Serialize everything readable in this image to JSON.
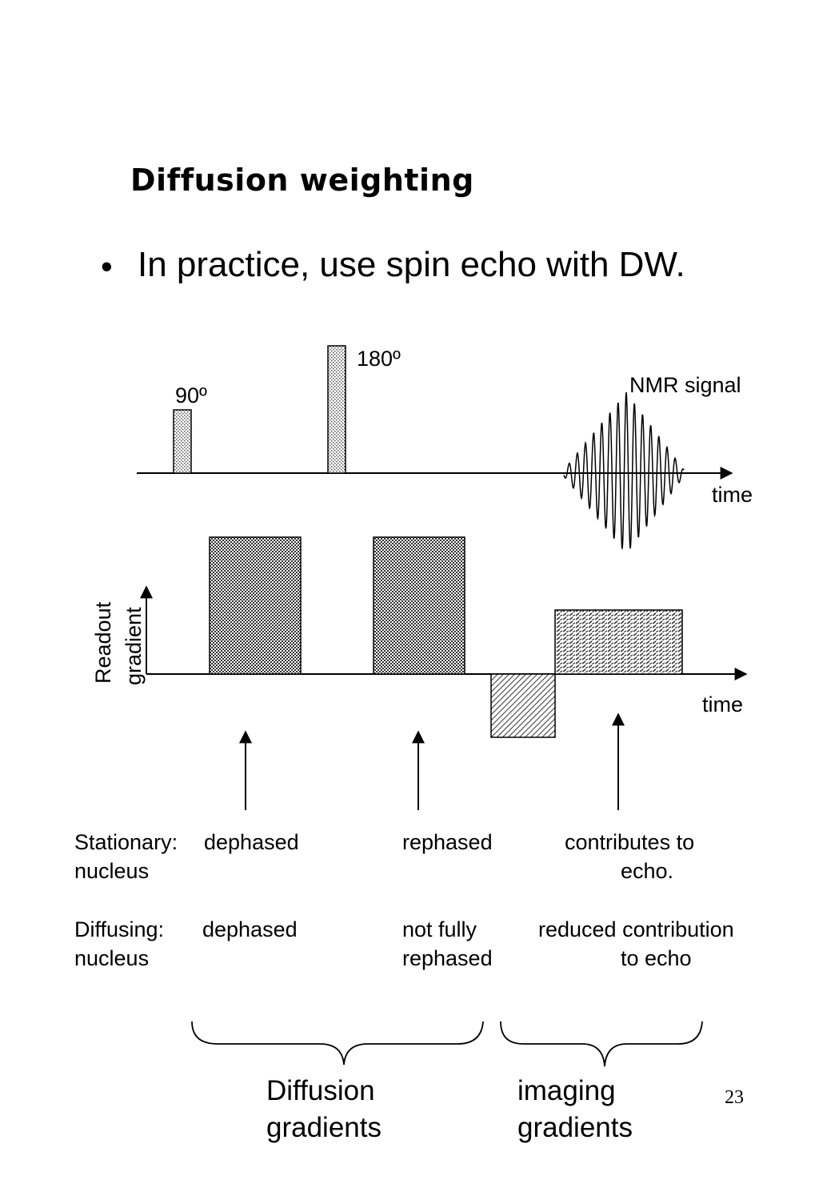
{
  "slide": {
    "title": "Diffusion weighting",
    "bullet_marker": "•",
    "bullet": "In practice, use spin echo with DW.",
    "page_number": "23"
  },
  "rf_diagram": {
    "pulse_90_label": "90º",
    "pulse_180_label": "180º",
    "signal_label": "NMR signal",
    "time_label": "time"
  },
  "gradient_diagram": {
    "axis_label_line1": "Readout",
    "axis_label_line2": "gradient",
    "time_label": "time"
  },
  "notes": {
    "stationary_label_line1": "Stationary:",
    "stationary_label_line2": "nucleus",
    "stationary_col1": "dephased",
    "stationary_col2": "rephased",
    "stationary_col3_line1": "contributes to",
    "stationary_col3_line2": "echo.",
    "diffusing_label_line1": "Diffusing:",
    "diffusing_label_line2": "nucleus",
    "diffusing_col1": "dephased",
    "diffusing_col2_line1": "not fully",
    "diffusing_col2_line2": "rephased",
    "diffusing_col3_line1": "reduced contribution",
    "diffusing_col3_line2": "to echo"
  },
  "groups": {
    "diffusion_line1": "Diffusion",
    "diffusion_line2": "gradients",
    "imaging_line1": "imaging",
    "imaging_line2": "gradients"
  }
}
